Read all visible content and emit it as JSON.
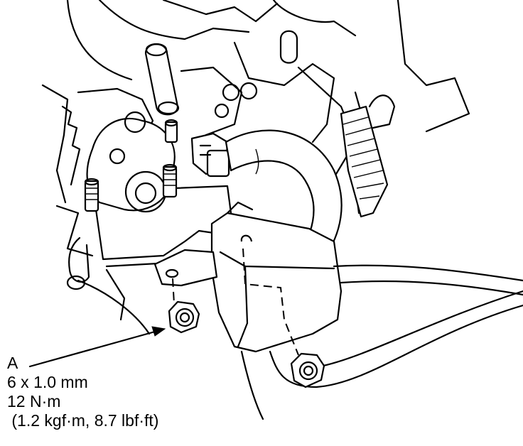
{
  "callout": {
    "letter": "A",
    "size": "6 x 1.0 mm",
    "torque": "12 N·m",
    "torque_alt": " (1.2 kgf·m, 8.7 lbf·ft)"
  }
}
